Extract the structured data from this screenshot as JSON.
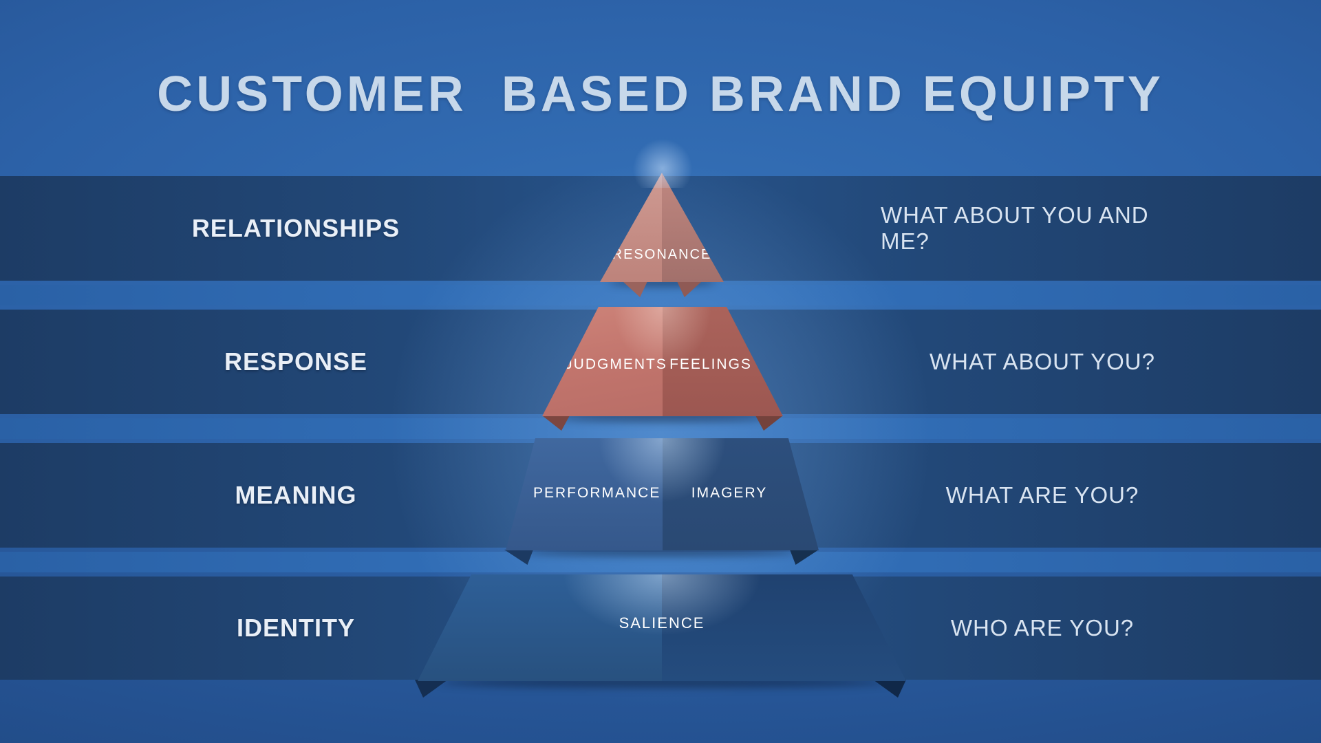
{
  "title": "CUSTOMER  BASED BRAND EQUIPTY",
  "rows": [
    {
      "label": "RELATIONSHIPS",
      "question": "WHAT ABOUT YOU AND ME?"
    },
    {
      "label": "RESPONSE",
      "question": "WHAT ABOUT YOU?"
    },
    {
      "label": "MEANING",
      "question": "WHAT ARE YOU?"
    },
    {
      "label": "IDENTITY",
      "question": "WHO ARE YOU?"
    }
  ],
  "pyramid": {
    "levels": [
      {
        "name": "relationships-level",
        "labels": [
          "RESONANCE"
        ]
      },
      {
        "name": "response-level",
        "labels": [
          "JUDGMENTS",
          "FEELINGS"
        ]
      },
      {
        "name": "meaning-level",
        "labels": [
          "PERFORMANCE",
          "IMAGERY"
        ]
      },
      {
        "name": "identity-level",
        "labels": [
          "SALIENCE"
        ]
      }
    ]
  },
  "colors": {
    "background_blue": "#2c61a7",
    "band_navy": "#22477a",
    "stripe_blue": "#3473bd",
    "pyramid_rose_light": "#c9938b",
    "pyramid_rose_dark": "#a4605a",
    "pyramid_blue_light": "#3a61a0",
    "pyramid_blue_dark": "#1f4170",
    "title_text": "#c7d8ea",
    "label_text": "#e9eff7"
  }
}
